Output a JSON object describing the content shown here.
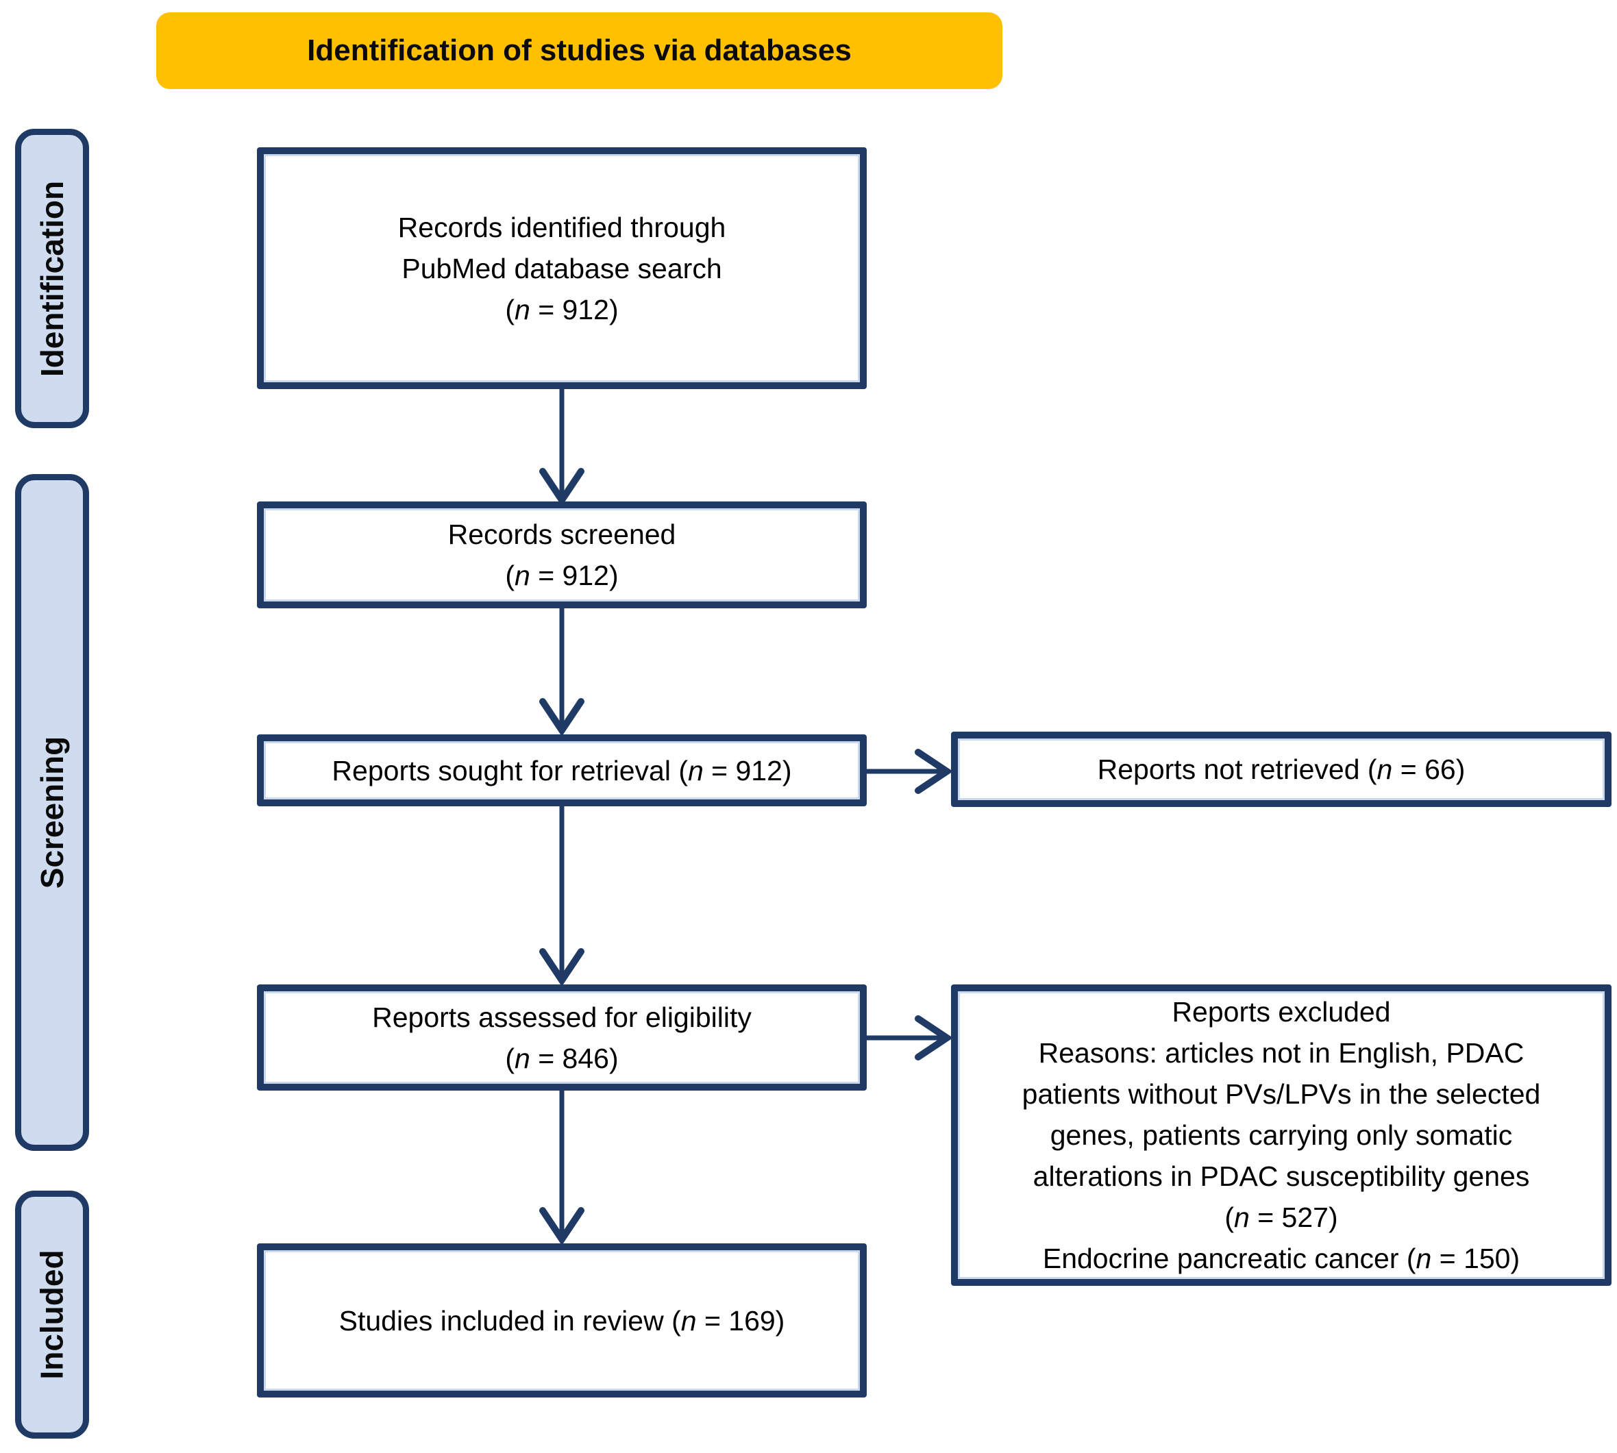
{
  "header": {
    "title": "Identification of studies via databases"
  },
  "sidebar": {
    "items": [
      {
        "label": "Identification"
      },
      {
        "label": "Screening"
      },
      {
        "label": "Included"
      }
    ]
  },
  "flow": {
    "boxes": {
      "records_identified": {
        "lines": [
          [
            {
              "t": "Records identified through"
            }
          ],
          [
            {
              "t": "PubMed database search"
            }
          ],
          [
            {
              "t": "("
            },
            {
              "t": "n",
              "i": true
            },
            {
              "t": " = 912)"
            }
          ]
        ]
      },
      "records_screened": {
        "lines": [
          [
            {
              "t": "Records screened"
            }
          ],
          [
            {
              "t": "("
            },
            {
              "t": "n",
              "i": true
            },
            {
              "t": " = 912)"
            }
          ]
        ]
      },
      "reports_sought": {
        "lines": [
          [
            {
              "t": "Reports sought for retrieval ("
            },
            {
              "t": "n",
              "i": true
            },
            {
              "t": " = 912)"
            }
          ]
        ]
      },
      "reports_not_retrieved": {
        "lines": [
          [
            {
              "t": "Reports not retrieved ("
            },
            {
              "t": "n",
              "i": true
            },
            {
              "t": " = 66)"
            }
          ]
        ]
      },
      "reports_assessed": {
        "lines": [
          [
            {
              "t": "Reports assessed for eligibility"
            }
          ],
          [
            {
              "t": "("
            },
            {
              "t": "n",
              "i": true
            },
            {
              "t": " = 846)"
            }
          ]
        ]
      },
      "reports_excluded": {
        "lines": [
          [
            {
              "t": "Reports excluded"
            }
          ],
          [
            {
              "t": "Reasons: articles not in English, PDAC"
            }
          ],
          [
            {
              "t": "patients without PVs/LPVs in the selected"
            }
          ],
          [
            {
              "t": "genes, patients carrying only somatic"
            }
          ],
          [
            {
              "t": "alterations in PDAC susceptibility genes"
            }
          ],
          [
            {
              "t": "("
            },
            {
              "t": "n",
              "i": true
            },
            {
              "t": " = 527)"
            }
          ],
          [
            {
              "t": "Endocrine pancreatic cancer ("
            },
            {
              "t": "n",
              "i": true
            },
            {
              "t": " = 150)"
            }
          ]
        ]
      },
      "studies_included": {
        "lines": [
          [
            {
              "t": "Studies included in review ("
            },
            {
              "t": "n",
              "i": true
            },
            {
              "t": " = 169)"
            }
          ]
        ]
      }
    }
  },
  "colors": {
    "accent_yellow": "#FFC000",
    "navy": "#1F3A64",
    "sidebar_fill": "#CFDCEF",
    "box_fill": "#FFFFFF",
    "inner_stroke": "#CBD9EC",
    "text": "#000000"
  }
}
